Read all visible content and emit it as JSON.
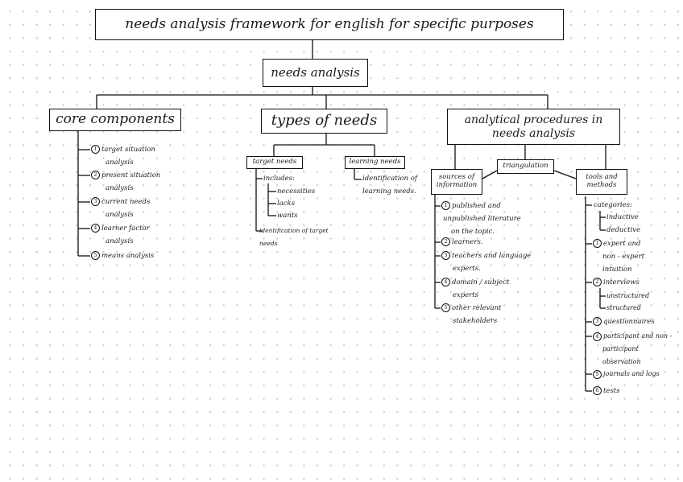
{
  "title": "needs analysis framework for english for specific purposes",
  "root": "needs analysis",
  "branches": {
    "core": {
      "label": "core components",
      "items": [
        {
          "n": "1",
          "lines": [
            "target situation",
            "analysis"
          ]
        },
        {
          "n": "2",
          "lines": [
            "present situation",
            "analysis"
          ]
        },
        {
          "n": "3",
          "lines": [
            "current needs",
            "analysis"
          ]
        },
        {
          "n": "4",
          "lines": [
            "learner factor",
            "analysis"
          ]
        },
        {
          "n": "5",
          "lines": [
            "means analysis"
          ]
        }
      ]
    },
    "types": {
      "label": "types of needs",
      "target": {
        "label": "target needs",
        "includes": "includes:",
        "subitems": [
          "necessities",
          "lacks",
          "wants"
        ],
        "identification": [
          "identification of target",
          "needs"
        ]
      },
      "learning": {
        "label": "learning needs",
        "identification": [
          "identification of",
          "learning needs."
        ]
      }
    },
    "procedures": {
      "label": "analytical procedures in needs analysis",
      "triangulation": "triangulation",
      "sources": {
        "label": "sources of information",
        "items": [
          {
            "n": "1",
            "lines": [
              "published and",
              "unpublished literature",
              "on the topic."
            ]
          },
          {
            "n": "2",
            "lines": [
              "learners."
            ]
          },
          {
            "n": "3",
            "lines": [
              "teachers and language",
              "experts."
            ]
          },
          {
            "n": "4",
            "lines": [
              "domain / subject",
              "experts"
            ]
          },
          {
            "n": "5",
            "lines": [
              "other relevant",
              "stakeholders"
            ]
          }
        ]
      },
      "tools": {
        "label": "tools and methods",
        "categories": "categories:",
        "category_items": [
          "inductive",
          "deductive"
        ],
        "items": [
          {
            "n": "1",
            "lines": [
              "expert and",
              "non - expert",
              "intuition"
            ]
          },
          {
            "n": "2",
            "lines": [
              "interviews"
            ],
            "sub": [
              "unstructured",
              "structured"
            ]
          },
          {
            "n": "3",
            "lines": [
              "questionnaires"
            ]
          },
          {
            "n": "4",
            "lines": [
              "participant and non -",
              "participant",
              "observation"
            ]
          },
          {
            "n": "5",
            "lines": [
              "journals and logs"
            ]
          },
          {
            "n": "6",
            "lines": [
              "tests"
            ]
          }
        ]
      }
    }
  }
}
